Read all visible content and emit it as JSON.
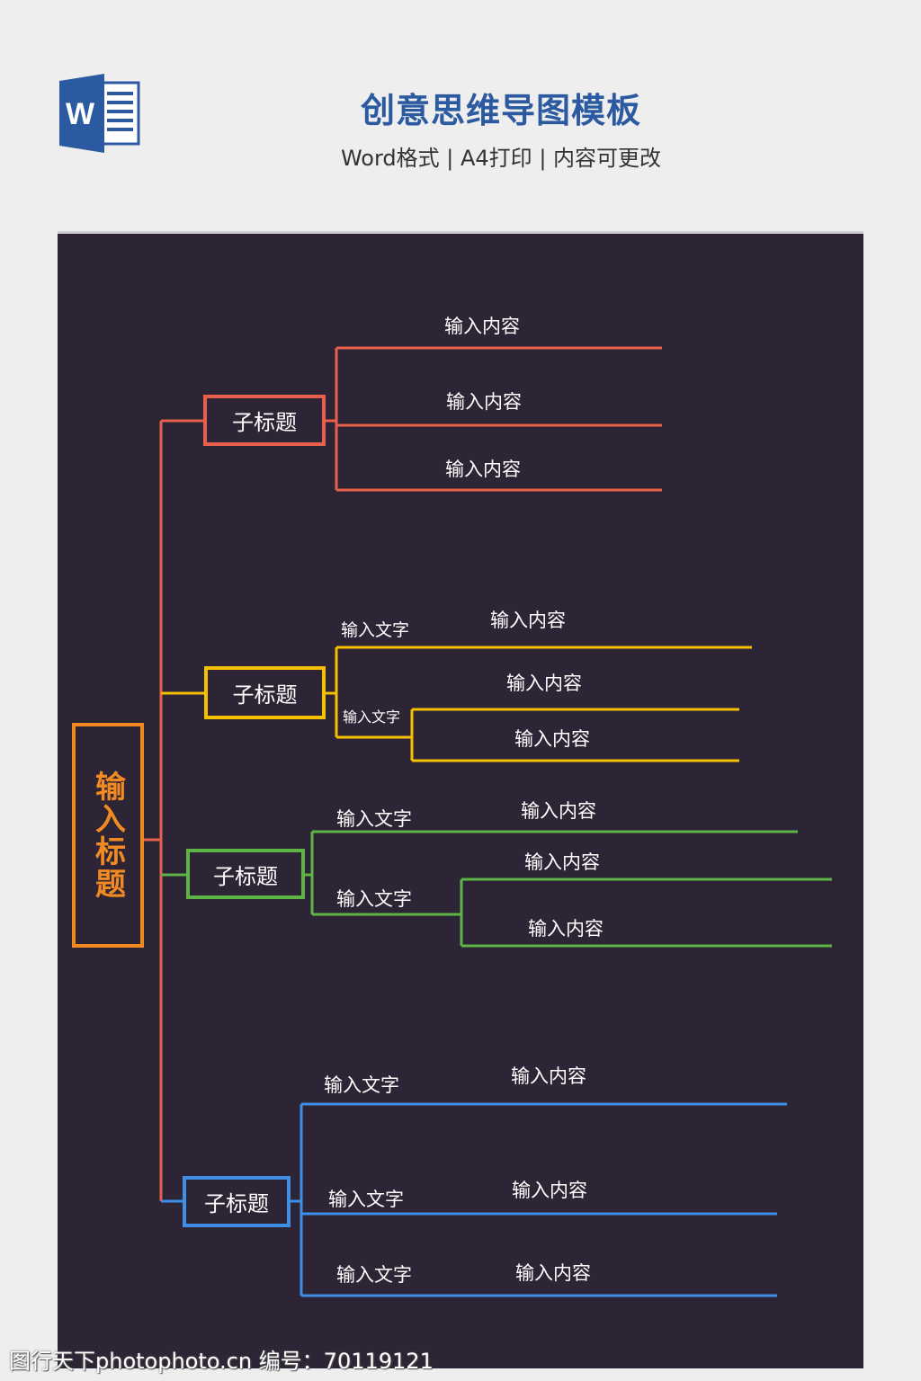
{
  "header": {
    "title": "创意思维导图模板",
    "subtitle": "Word格式 | A4打印 | 内容可更改",
    "logo_letter": "W"
  },
  "colors": {
    "red": "#e8604c",
    "orange": "#f28a24",
    "yellow": "#f5c000",
    "green": "#5db545",
    "blue": "#3f8fe8",
    "background": "#2d2535"
  },
  "mindmap": {
    "root": "输入标题",
    "branches": [
      {
        "title": "子标题",
        "labels": [],
        "items": [
          "输入内容",
          "输入内容",
          "输入内容"
        ]
      },
      {
        "title": "子标题",
        "labels": [
          "输入文字",
          "输入文字"
        ],
        "items": [
          "输入内容",
          "输入内容",
          "输入内容"
        ]
      },
      {
        "title": "子标题",
        "labels": [
          "输入文字",
          "输入文字"
        ],
        "items": [
          "输入内容",
          "输入内容",
          "输入内容"
        ]
      },
      {
        "title": "子标题",
        "labels": [
          "输入文字",
          "输入文字",
          "输入文字"
        ],
        "items": [
          "输入内容",
          "输入内容",
          "输入内容"
        ]
      }
    ]
  },
  "watermark": "图行天下photophoto.cn 编号：70119121"
}
